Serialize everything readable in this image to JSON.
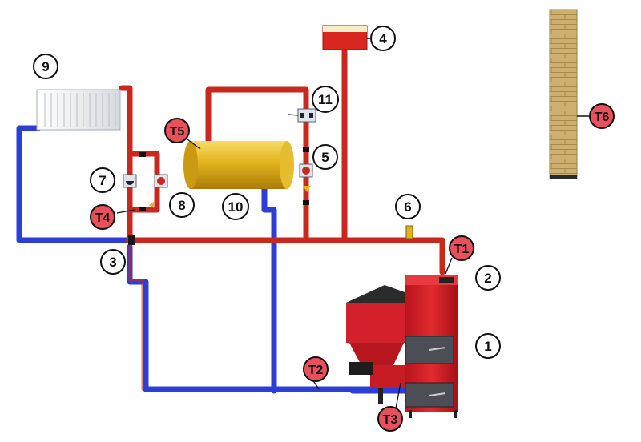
{
  "colors": {
    "hot_pipe": "#c8281e",
    "cold_pipe": "#2b3fd6",
    "sensor_fill": "#e8505b",
    "number_fill": "#ffffff",
    "boiler_red": "#d4202a",
    "tank_gold": "#e0b21a",
    "chimney": "#c9a85a"
  },
  "labels": {
    "n1": "1",
    "n2": "2",
    "n3": "3",
    "n4": "4",
    "n5": "5",
    "n6": "6",
    "n7": "7",
    "n8": "8",
    "n9": "9",
    "n10": "10",
    "n11": "11"
  },
  "sensors": {
    "t1": "T1",
    "t2": "T2",
    "t3": "T3",
    "t4": "T4",
    "t5": "T5",
    "t6": "T6"
  },
  "components": {
    "boiler": "boiler-with-hopper",
    "expansion_tank": "expansion-vessel",
    "radiator": "radiator",
    "hot_water_tank": "hot-water-cylinder",
    "chimney": "brick-chimney",
    "pumps": [
      "pump-7",
      "pump-8-mixing",
      "pump-5",
      "pump-11"
    ]
  }
}
